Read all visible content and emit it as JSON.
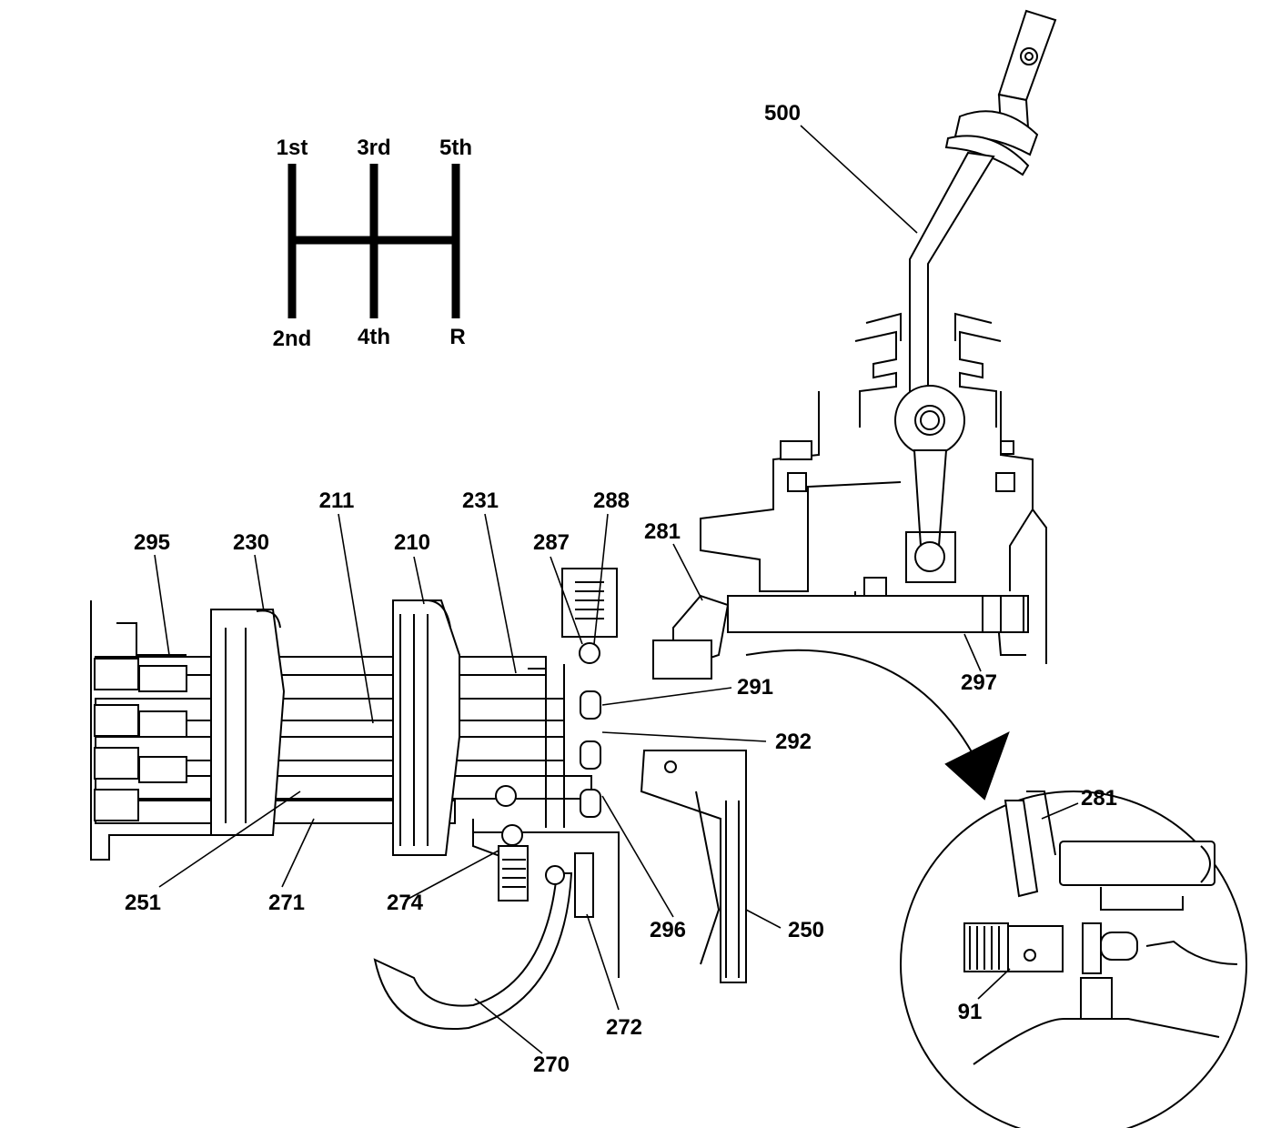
{
  "shift_pattern": {
    "gears_top": [
      "1st",
      "3rd",
      "5th"
    ],
    "gears_bottom": [
      "2nd",
      "4th",
      "R"
    ]
  },
  "callouts": {
    "c500": "500",
    "c295": "295",
    "c230": "230",
    "c211": "211",
    "c210": "210",
    "c231": "231",
    "c287": "287",
    "c288": "288",
    "c281": "281",
    "c297": "297",
    "c291": "291",
    "c292": "292",
    "c251": "251",
    "c271": "271",
    "c274": "274",
    "c296": "296",
    "c250": "250",
    "c272": "272",
    "c270": "270"
  },
  "detail_view": {
    "c281": "281",
    "c91": "91"
  }
}
